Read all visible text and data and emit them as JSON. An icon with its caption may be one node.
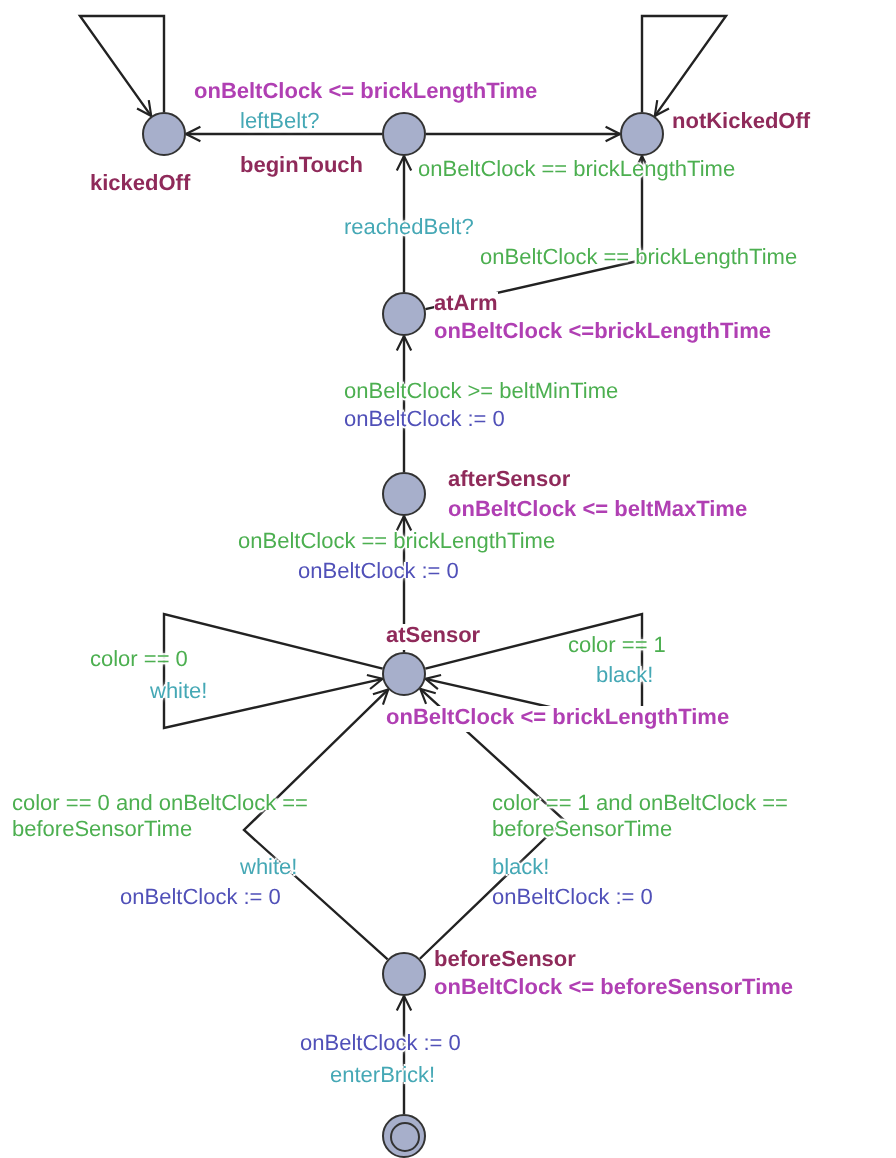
{
  "diagram": {
    "nodes": [
      {
        "text": [
          "kickedOff"
        ]
      },
      {
        "text": [
          "onBeltClock <= brickLengthTime",
          "beginTouch"
        ]
      },
      {
        "text": [
          "notKickedOff"
        ]
      },
      {
        "text": [
          "atArm",
          "onBeltClock <=brickLengthTime"
        ]
      },
      {
        "text": [
          "afterSensor",
          "onBeltClock <= beltMaxTime"
        ]
      },
      {
        "text": [
          "atSensor",
          "onBeltClock <= brickLengthTime"
        ]
      },
      {
        "text": [
          "beforeSensor",
          "onBeltClock <= beforeSensorTime"
        ]
      },
      {
        "text": [],
        "shape": "circle"
      }
    ],
    "edges": [
      {
        "from": 7,
        "to": 6,
        "arrow": "to",
        "label": [
          {
            "text": "onBeltClock := 0",
            "color": "#5050b8"
          },
          {
            "text": "enterBrick!",
            "color": "#45a8b5"
          }
        ]
      },
      {
        "from": 6,
        "to": 5,
        "arrow": "to",
        "label": [
          {
            "text": "color == 0 and onBeltClock == beforeSensorTime",
            "color": "#4caf50"
          },
          {
            "text": "white!",
            "color": "#45a8b5"
          },
          {
            "text": "onBeltClock := 0",
            "color": "#5050b8"
          }
        ]
      },
      {
        "from": 6,
        "to": 5,
        "arrow": "to",
        "label": [
          {
            "text": "color == 1 and onBeltClock == beforeSensorTime",
            "color": "#4caf50"
          },
          {
            "text": "black!",
            "color": "#45a8b5"
          },
          {
            "text": "onBeltClock := 0",
            "color": "#5050b8"
          }
        ]
      },
      {
        "from": 5,
        "to": 5,
        "arrow": "to",
        "label": [
          {
            "text": "color == 0",
            "color": "#4caf50"
          },
          {
            "text": "white!",
            "color": "#45a8b5"
          }
        ]
      },
      {
        "from": 5,
        "to": 5,
        "arrow": "to",
        "label": [
          {
            "text": "color == 1",
            "color": "#4caf50"
          },
          {
            "text": "black!",
            "color": "#45a8b5"
          }
        ]
      },
      {
        "from": 5,
        "to": 4,
        "arrow": "to",
        "label": [
          {
            "text": "onBeltClock == brickLengthTime",
            "color": "#4caf50"
          },
          {
            "text": "onBeltClock := 0",
            "color": "#5050b8"
          }
        ]
      },
      {
        "from": 4,
        "to": 3,
        "arrow": "to",
        "label": [
          {
            "text": "onBeltClock >= beltMinTime",
            "color": "#4caf50"
          },
          {
            "text": "onBeltClock := 0",
            "color": "#5050b8"
          }
        ]
      },
      {
        "from": 3,
        "to": 1,
        "arrow": "to",
        "label": [
          {
            "text": "reachedBelt?",
            "color": "#45a8b5"
          }
        ]
      },
      {
        "from": 3,
        "to": 2,
        "arrow": "to",
        "label": [
          {
            "text": "onBeltClock == brickLengthTime",
            "color": "#4caf50"
          }
        ]
      },
      {
        "from": 1,
        "to": 0,
        "arrow": "to",
        "label": [
          {
            "text": "leftBelt?",
            "color": "#45a8b5"
          }
        ]
      },
      {
        "from": 1,
        "to": 2,
        "arrow": "to",
        "label": [
          {
            "text": "onBeltClock == brickLengthTime",
            "color": "#4caf50"
          }
        ]
      },
      {
        "from": 0,
        "to": 0,
        "arrow": "to"
      },
      {
        "from": 2,
        "to": 2,
        "arrow": "to"
      }
    ]
  }
}
